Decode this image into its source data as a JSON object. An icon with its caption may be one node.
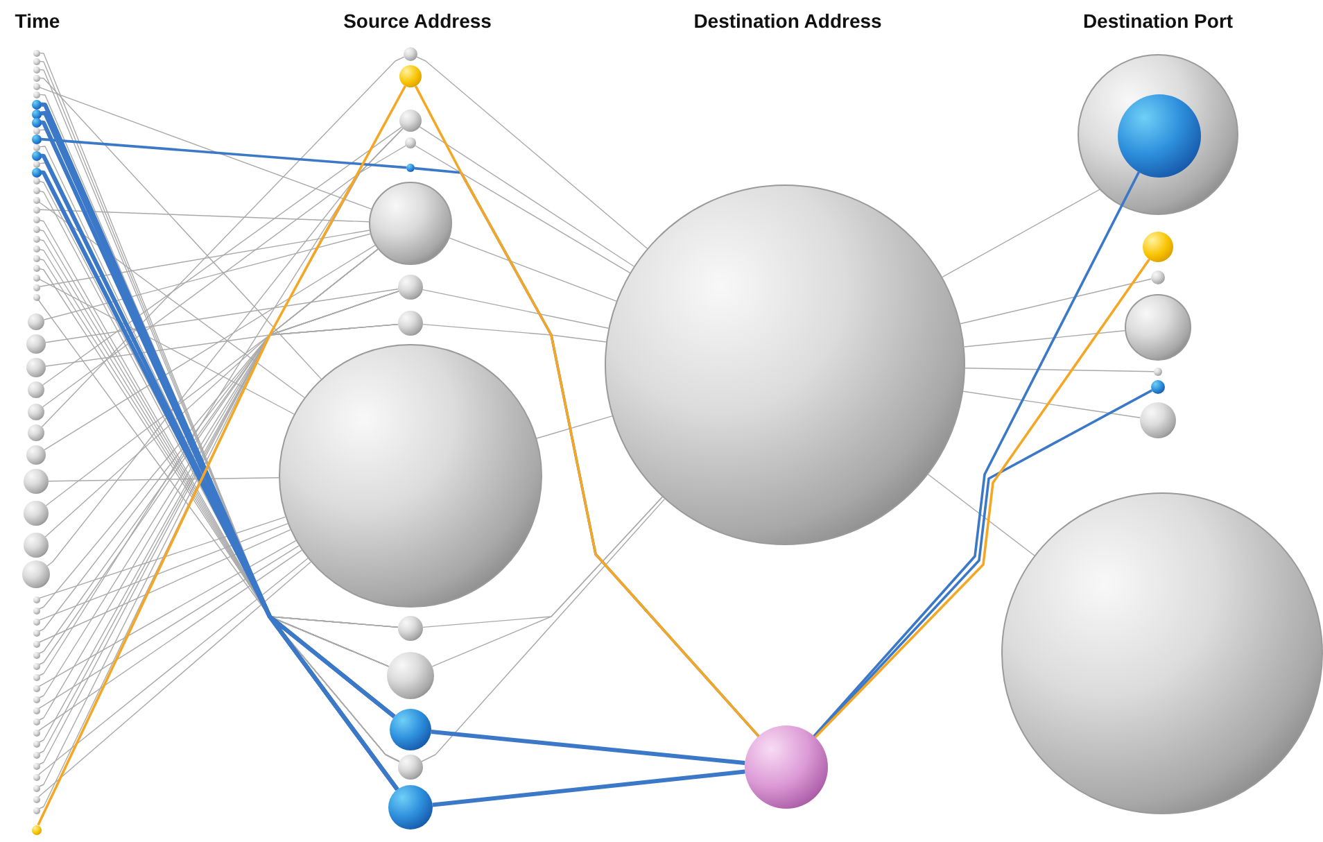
{
  "diagram": {
    "labels": [
      "Time",
      "Source Address",
      "Destination Address",
      "Destination Port"
    ],
    "nodes": [
      {
        "text": [],
        "shape": "circle"
      },
      {
        "text": [],
        "shape": "circle"
      },
      {
        "text": [],
        "shape": "circle"
      },
      {
        "text": [],
        "shape": "circle"
      },
      {
        "text": [],
        "shape": "circle"
      },
      {
        "text": [],
        "shape": "circle"
      },
      {
        "text": [],
        "shape": "circle"
      },
      {
        "text": [],
        "shape": "circle"
      },
      {
        "text": [],
        "shape": "circle"
      },
      {
        "text": [],
        "shape": "circle"
      },
      {
        "text": [],
        "shape": "circle"
      },
      {
        "text": [],
        "shape": "circle"
      },
      {
        "text": [],
        "shape": "circle"
      },
      {
        "text": [],
        "shape": "circle"
      },
      {
        "text": [],
        "shape": "circle"
      },
      {
        "text": [],
        "shape": "circle"
      },
      {
        "text": [],
        "shape": "circle"
      },
      {
        "text": [],
        "shape": "circle"
      },
      {
        "text": [],
        "shape": "circle"
      },
      {
        "text": [],
        "shape": "circle"
      },
      {
        "text": [],
        "shape": "circle"
      },
      {
        "text": [],
        "shape": "circle"
      },
      {
        "text": [],
        "shape": "circle"
      },
      {
        "text": [],
        "shape": "circle"
      },
      {
        "text": [],
        "shape": "circle"
      },
      {
        "text": [],
        "shape": "circle"
      },
      {
        "text": [],
        "shape": "circle"
      },
      {
        "text": [],
        "shape": "circle"
      },
      {
        "text": [],
        "shape": "circle"
      },
      {
        "text": [],
        "shape": "circle"
      },
      {
        "text": [],
        "shape": "circle"
      },
      {
        "text": [],
        "shape": "circle"
      },
      {
        "text": [],
        "shape": "circle"
      },
      {
        "text": [],
        "shape": "circle"
      },
      {
        "text": [],
        "shape": "circle"
      },
      {
        "text": [],
        "shape": "circle"
      },
      {
        "text": [],
        "shape": "circle"
      },
      {
        "text": [],
        "shape": "circle"
      },
      {
        "text": [],
        "shape": "circle"
      },
      {
        "text": [],
        "shape": "circle"
      },
      {
        "text": [],
        "shape": "circle"
      },
      {
        "text": [],
        "shape": "circle"
      },
      {
        "text": [],
        "shape": "circle"
      },
      {
        "text": [],
        "shape": "circle"
      },
      {
        "text": [],
        "shape": "circle"
      },
      {
        "text": [],
        "shape": "circle"
      },
      {
        "text": [],
        "shape": "circle"
      },
      {
        "text": [],
        "shape": "circle"
      },
      {
        "text": [],
        "shape": "circle"
      },
      {
        "text": [],
        "shape": "circle"
      },
      {
        "text": [],
        "shape": "circle"
      },
      {
        "text": [],
        "shape": "circle"
      },
      {
        "text": [],
        "shape": "circle"
      },
      {
        "text": [],
        "shape": "circle"
      },
      {
        "text": [],
        "shape": "circle"
      },
      {
        "text": [],
        "shape": "circle"
      },
      {
        "text": [],
        "shape": "circle"
      },
      {
        "text": [],
        "shape": "circle"
      },
      {
        "text": [],
        "shape": "circle"
      },
      {
        "text": [],
        "shape": "circle"
      },
      {
        "text": [],
        "shape": "circle"
      },
      {
        "text": [],
        "shape": "circle"
      },
      {
        "text": [],
        "shape": "circle"
      },
      {
        "text": [],
        "shape": "circle"
      },
      {
        "text": [],
        "shape": "circle"
      },
      {
        "text": [],
        "shape": "circle"
      },
      {
        "text": [],
        "shape": "circle"
      },
      {
        "text": [],
        "shape": "circle"
      },
      {
        "text": [],
        "shape": "circle"
      },
      {
        "text": [],
        "shape": "circle"
      },
      {
        "text": [],
        "shape": "circle"
      },
      {
        "text": [],
        "shape": "circle"
      },
      {
        "text": [],
        "shape": "circle"
      },
      {
        "text": [],
        "shape": "circle"
      },
      {
        "text": [],
        "shape": "circle"
      },
      {
        "text": [],
        "shape": "circle"
      },
      {
        "text": [],
        "shape": "circle"
      },
      {
        "text": [],
        "shape": "circle",
        "in": 76
      },
      {
        "text": [],
        "shape": "circle"
      },
      {
        "text": [],
        "shape": "circle"
      },
      {
        "text": [],
        "shape": "circle"
      },
      {
        "text": [],
        "shape": "circle"
      },
      {
        "text": [],
        "shape": "circle"
      },
      {
        "text": [],
        "shape": "circle"
      },
      {
        "text": [],
        "shape": "circle"
      }
    ],
    "edges": [
      {
        "from": 0,
        "to": 70,
        "arrow": "none"
      },
      {
        "from": 1,
        "to": 72,
        "arrow": "none"
      },
      {
        "from": 2,
        "to": 69,
        "arrow": "none"
      },
      {
        "from": 3,
        "to": 68,
        "arrow": "none"
      },
      {
        "from": 4,
        "to": 65,
        "arrow": "none"
      },
      {
        "from": 5,
        "to": 70,
        "arrow": "none"
      },
      {
        "from": 9,
        "to": 69,
        "arrow": "none"
      },
      {
        "from": 11,
        "to": 72,
        "arrow": "none"
      },
      {
        "from": 13,
        "to": 70,
        "arrow": "none"
      },
      {
        "from": 15,
        "to": 72,
        "arrow": "none"
      },
      {
        "from": 16,
        "to": 69,
        "arrow": "none"
      },
      {
        "from": 17,
        "to": 68,
        "arrow": "none"
      },
      {
        "from": 18,
        "to": 65,
        "arrow": "none"
      },
      {
        "from": 19,
        "to": 70,
        "arrow": "none"
      },
      {
        "from": 20,
        "to": 69,
        "arrow": "none"
      },
      {
        "from": 21,
        "to": 72,
        "arrow": "none"
      },
      {
        "from": 22,
        "to": 70,
        "arrow": "none"
      },
      {
        "from": 23,
        "to": 72,
        "arrow": "none"
      },
      {
        "from": 24,
        "to": 69,
        "arrow": "none"
      },
      {
        "from": 25,
        "to": 68,
        "arrow": "none"
      },
      {
        "from": 26,
        "to": 65,
        "arrow": "none"
      },
      {
        "from": 27,
        "to": 70,
        "arrow": "none"
      },
      {
        "from": 28,
        "to": 65,
        "arrow": "none"
      },
      {
        "from": 29,
        "to": 66,
        "arrow": "none"
      },
      {
        "from": 30,
        "to": 67,
        "arrow": "none"
      },
      {
        "from": 31,
        "to": 62,
        "arrow": "none"
      },
      {
        "from": 32,
        "to": 63,
        "arrow": "none"
      },
      {
        "from": 33,
        "to": 60,
        "arrow": "none"
      },
      {
        "from": 34,
        "to": 65,
        "arrow": "none"
      },
      {
        "from": 35,
        "to": 68,
        "arrow": "none"
      },
      {
        "from": 36,
        "to": 66,
        "arrow": "none"
      },
      {
        "from": 37,
        "to": 67,
        "arrow": "none"
      },
      {
        "from": 38,
        "to": 62,
        "arrow": "none"
      },
      {
        "from": 39,
        "to": 68,
        "arrow": "none"
      },
      {
        "from": 40,
        "to": 65,
        "arrow": "none"
      },
      {
        "from": 41,
        "to": 68,
        "arrow": "none"
      },
      {
        "from": 42,
        "to": 66,
        "arrow": "none"
      },
      {
        "from": 43,
        "to": 68,
        "arrow": "none"
      },
      {
        "from": 44,
        "to": 67,
        "arrow": "none"
      },
      {
        "from": 45,
        "to": 65,
        "arrow": "none"
      },
      {
        "from": 46,
        "to": 62,
        "arrow": "none"
      },
      {
        "from": 47,
        "to": 68,
        "arrow": "none"
      },
      {
        "from": 48,
        "to": 65,
        "arrow": "none"
      },
      {
        "from": 49,
        "to": 68,
        "arrow": "none"
      },
      {
        "from": 50,
        "to": 66,
        "arrow": "none"
      },
      {
        "from": 51,
        "to": 68,
        "arrow": "none"
      },
      {
        "from": 52,
        "to": 67,
        "arrow": "none"
      },
      {
        "from": 53,
        "to": 65,
        "arrow": "none"
      },
      {
        "from": 54,
        "to": 62,
        "arrow": "none"
      },
      {
        "from": 55,
        "to": 68,
        "arrow": "none"
      },
      {
        "from": 56,
        "to": 65,
        "arrow": "none"
      },
      {
        "from": 57,
        "to": 68,
        "arrow": "none"
      },
      {
        "from": 58,
        "to": 66,
        "arrow": "none"
      },
      {
        "from": 60,
        "to": 74,
        "arrow": "none"
      },
      {
        "from": 62,
        "to": 74,
        "arrow": "none"
      },
      {
        "from": 63,
        "to": 74,
        "arrow": "none"
      },
      {
        "from": 65,
        "to": 74,
        "arrow": "none"
      },
      {
        "from": 66,
        "to": 74,
        "arrow": "none"
      },
      {
        "from": 67,
        "to": 74,
        "arrow": "none"
      },
      {
        "from": 68,
        "to": 74,
        "arrow": "none"
      },
      {
        "from": 69,
        "to": 74,
        "arrow": "none"
      },
      {
        "from": 70,
        "to": 74,
        "arrow": "none"
      },
      {
        "from": 72,
        "to": 74,
        "arrow": "none"
      },
      {
        "from": 74,
        "to": 76,
        "arrow": "none"
      },
      {
        "from": 74,
        "to": 79,
        "arrow": "none"
      },
      {
        "from": 74,
        "to": 80,
        "arrow": "none"
      },
      {
        "from": 74,
        "to": 81,
        "arrow": "none"
      },
      {
        "from": 74,
        "to": 83,
        "arrow": "none"
      },
      {
        "from": 74,
        "to": 84,
        "arrow": "none"
      },
      {
        "from": 6,
        "to": 73,
        "arrow": "none",
        "style": "thick",
        "color": "#3b78c8"
      },
      {
        "from": 7,
        "to": 71,
        "arrow": "none",
        "style": "thick",
        "color": "#3b78c8"
      },
      {
        "from": 8,
        "to": 73,
        "arrow": "none",
        "style": "thick",
        "color": "#3b78c8"
      },
      {
        "from": 12,
        "to": 71,
        "arrow": "none",
        "style": "thick",
        "color": "#3b78c8"
      },
      {
        "from": 14,
        "to": 73,
        "arrow": "none",
        "style": "thick",
        "color": "#3b78c8"
      },
      {
        "from": 10,
        "to": 64,
        "arrow": "none",
        "color": "#3b78c8"
      },
      {
        "from": 59,
        "to": 61,
        "arrow": "none",
        "color": "#f5a623"
      },
      {
        "from": 64,
        "to": 75,
        "arrow": "none",
        "color": "#3b78c8"
      },
      {
        "from": 71,
        "to": 75,
        "arrow": "none",
        "style": "thick",
        "color": "#3b78c8"
      },
      {
        "from": 73,
        "to": 75,
        "arrow": "none",
        "style": "thick",
        "color": "#3b78c8"
      },
      {
        "from": 61,
        "to": 75,
        "arrow": "none",
        "color": "#f5a623"
      },
      {
        "from": 75,
        "to": 77,
        "arrow": "none",
        "color": "#3b78c8"
      },
      {
        "from": 75,
        "to": 82,
        "arrow": "none",
        "color": "#3b78c8"
      },
      {
        "from": 75,
        "to": 78,
        "arrow": "none",
        "color": "#f5a623"
      }
    ]
  }
}
